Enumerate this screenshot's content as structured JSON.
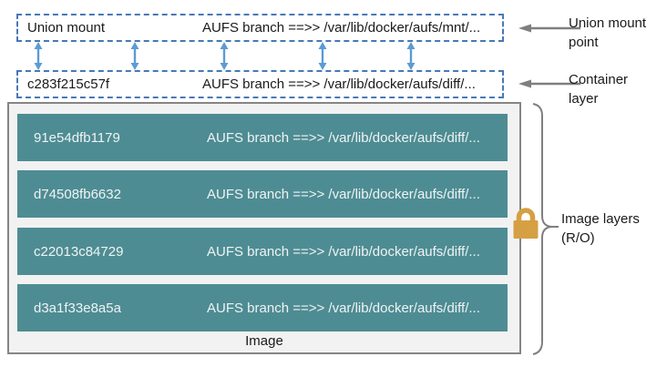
{
  "union_mount_box": {
    "name": "Union mount",
    "branch": "AUFS branch ==>> /var/lib/docker/aufs/mnt/..."
  },
  "container_box": {
    "id": "c283f215c57f",
    "branch": "AUFS branch ==>> /var/lib/docker/aufs/diff/..."
  },
  "image_box": {
    "caption": "Image",
    "layers": [
      {
        "id": "91e54dfb1179",
        "branch": "AUFS branch ==>> /var/lib/docker/aufs/diff/..."
      },
      {
        "id": "d74508fb6632",
        "branch": "AUFS branch ==>> /var/lib/docker/aufs/diff/..."
      },
      {
        "id": "c22013c84729",
        "branch": "AUFS branch ==>> /var/lib/docker/aufs/diff/..."
      },
      {
        "id": "d3a1f33e8a5a",
        "branch": "AUFS branch ==>> /var/lib/docker/aufs/diff/..."
      }
    ]
  },
  "annotations": {
    "union_mount_point": "Union mount point",
    "container_layer": "Container layer",
    "image_layers": "Image layers (R/O)"
  },
  "icons": {
    "lock": "lock-icon"
  },
  "colors": {
    "layer_teal": "#4e8c93",
    "dashed_border_blue": "#4878b8",
    "sync_arrow_blue": "#5b9bd5",
    "annotation_gray": "#7f7f7f",
    "lock_gold": "#d5a043",
    "image_box_fill": "#f2f2f2"
  }
}
